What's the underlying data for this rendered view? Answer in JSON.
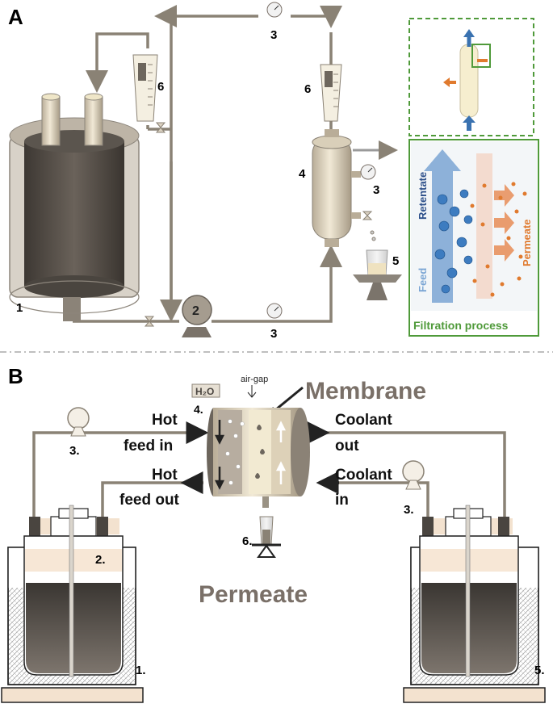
{
  "panel_a": {
    "label": "A",
    "numbers": {
      "tank": "1",
      "pump": "2",
      "gauge_top": "3",
      "gauge_side": "3",
      "gauge_bottom": "3",
      "module": "4",
      "permeate_beaker": "5",
      "flowmeter_left": "6",
      "flowmeter_right": "6"
    },
    "inset": {
      "retentate": "Retentate",
      "feed": "Feed",
      "permeate": "Permeate",
      "caption": "Filtration process"
    }
  },
  "panel_b": {
    "label": "B",
    "water": "H₂O",
    "air_gap": "air-gap",
    "membrane": "Membrane",
    "hot_feed_in_1": "Hot",
    "hot_feed_in_2": "feed in",
    "hot_feed_out_1": "Hot",
    "hot_feed_out_2": "feed out",
    "coolant_out_1": "Coolant",
    "coolant_out_2": "out",
    "coolant_in_1": "Coolant",
    "coolant_in_2": "in",
    "permeate": "Permeate",
    "n_pump_left": "3.",
    "n_pump_right": "3.",
    "n_module": "4.",
    "n_collector": "6.",
    "n_feed_vessel": "2.",
    "n_bath_left": "1.",
    "n_bath_right": "5."
  },
  "colors": {
    "pipe": "#8a8275",
    "dark": "#4a4540",
    "cream": "#efe6c8",
    "green": "#4f9a3a",
    "blue": "#2c5f9e",
    "orange": "#e07a2e",
    "grey_text": "#7a7068"
  }
}
